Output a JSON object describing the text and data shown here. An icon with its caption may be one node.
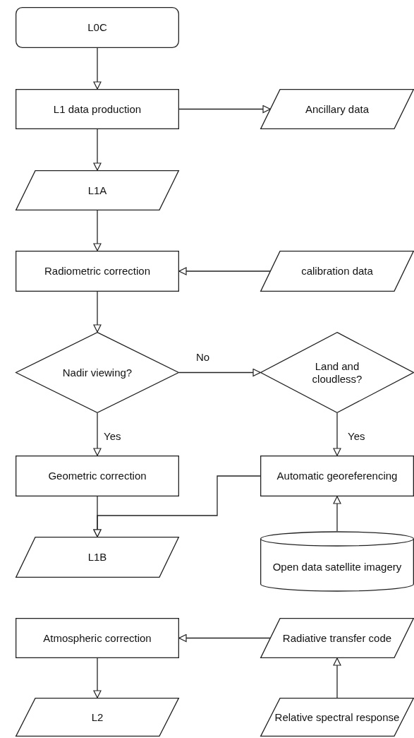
{
  "diagram": {
    "nodes": [
      {
        "text": [
          "L0C"
        ]
      },
      {
        "text": [
          "L1 data production"
        ]
      },
      {
        "text": [
          "Ancillary data"
        ]
      },
      {
        "text": [
          "L1A"
        ]
      },
      {
        "text": [
          "Radiometric correction"
        ]
      },
      {
        "text": [
          "calibration data"
        ]
      },
      {
        "text": [
          "Nadir viewing?"
        ]
      },
      {
        "text": [
          "Land and cloudless?"
        ]
      },
      {
        "text": [
          "Geometric correction"
        ]
      },
      {
        "text": [
          "Automatic georeferencing"
        ]
      },
      {
        "text": [
          "L1B"
        ]
      },
      {
        "text": [
          "Open data satellite imagery"
        ]
      },
      {
        "text": [
          "Atmospheric correction"
        ]
      },
      {
        "text": [
          "Radiative transfer code"
        ]
      },
      {
        "text": [
          "L2"
        ]
      },
      {
        "text": [
          "Relative spectral response"
        ]
      }
    ],
    "edges": [
      {
        "from": 0,
        "to": 1,
        "arrow": "to"
      },
      {
        "from": 1,
        "to": 2,
        "arrow": "to"
      },
      {
        "from": 1,
        "to": 3,
        "arrow": "to"
      },
      {
        "from": 3,
        "to": 4,
        "arrow": "to"
      },
      {
        "from": 5,
        "to": 4,
        "arrow": "to"
      },
      {
        "from": 4,
        "to": 6,
        "arrow": "to"
      },
      {
        "from": 6,
        "to": 7,
        "arrow": "to",
        "label": "No"
      },
      {
        "from": 6,
        "to": 8,
        "arrow": "to",
        "label": "Yes"
      },
      {
        "from": 7,
        "to": 9,
        "arrow": "to",
        "label": "Yes"
      },
      {
        "from": 8,
        "to": 10,
        "arrow": "to"
      },
      {
        "from": 9,
        "to": 10,
        "arrow": "to"
      },
      {
        "from": 11,
        "to": 9,
        "arrow": "to"
      },
      {
        "from": 13,
        "to": 12,
        "arrow": "to"
      },
      {
        "from": 15,
        "to": 13,
        "arrow": "to"
      },
      {
        "from": 12,
        "to": 14,
        "arrow": "to"
      }
    ]
  }
}
